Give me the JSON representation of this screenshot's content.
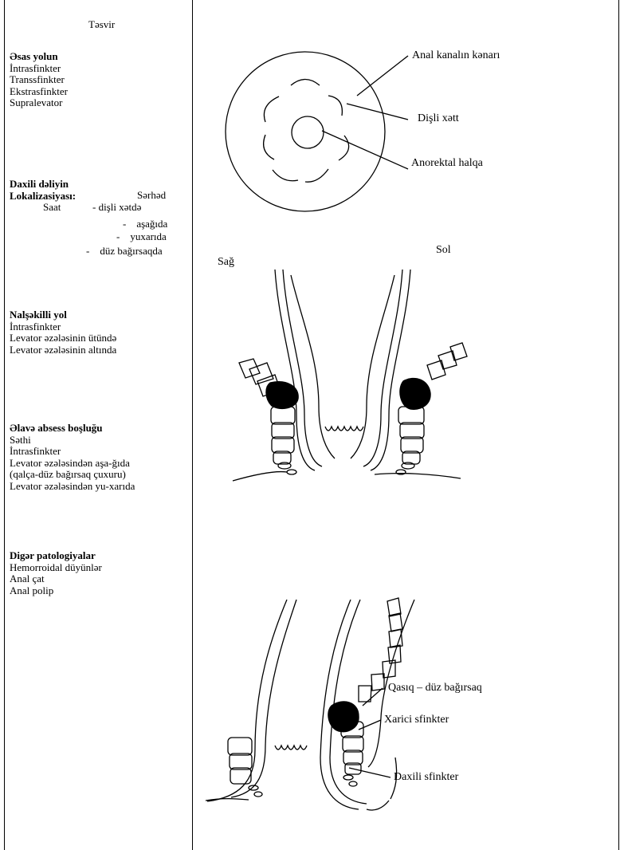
{
  "header": "Təsvir",
  "sections": {
    "main_path": {
      "title": "Əsas yolun",
      "items": [
        "İntrasfinkter",
        "Transsfinkter",
        "Ekstrasfinkter",
        "Supralevator"
      ]
    },
    "inner_opening": {
      "title_line1": "Daxili dəliyin",
      "title_line2": "Lokalizasiyası:",
      "col_border": "Sərhəd",
      "col_clock": "Saat",
      "rows": [
        "- dişli xətdə",
        "-    aşağıda",
        "-    yuxarıda",
        "-    düz bağırsaqda"
      ]
    },
    "horseshoe": {
      "title": "Nalşəkilli yol",
      "items": [
        "İntrasfinkter",
        "Levator əzələsinin ütündə",
        "Levator əzələsinin altında"
      ]
    },
    "abscess": {
      "title": "Əlavə absess boşluğu",
      "items": [
        "Səthi",
        "İntrasfinkter",
        "Levator əzələsindən aşa-ğıda",
        "(qalça-düz bağırsaq çuxuru)",
        "Levator əzələsindən yu-xarıda"
      ]
    },
    "other": {
      "title": "Digər patologiyalar",
      "items": [
        "Hemorroidal düyünlər",
        "Anal çat",
        "Anal polip"
      ]
    }
  },
  "diagram1": {
    "labels": {
      "edge": "Anal kanalın kənarı",
      "dentate": "Dişli xətt",
      "ring": "Anorektal halqa"
    }
  },
  "diagram2": {
    "labels": {
      "right": "Sağ",
      "left": "Sol"
    }
  },
  "diagram3": {
    "labels": {
      "rectum": "Qasıq – düz bağırsaq",
      "external": "Xarici sfinkter",
      "internal": "Daxili sfinkter"
    }
  }
}
